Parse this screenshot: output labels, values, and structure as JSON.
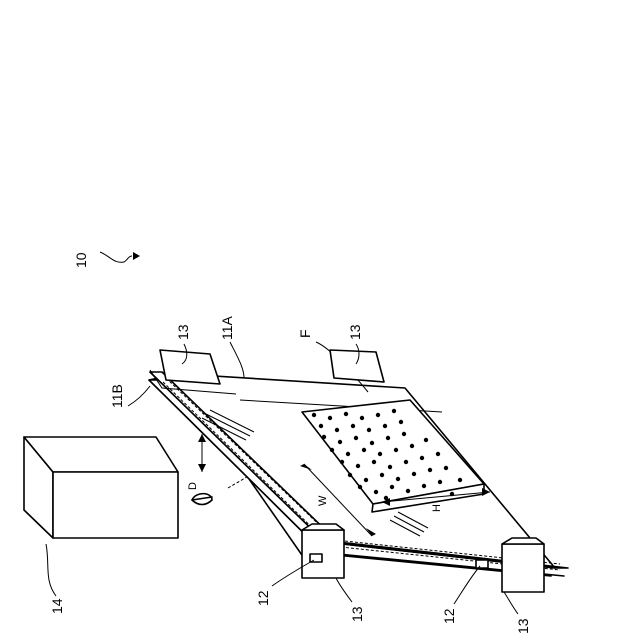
{
  "labels": {
    "system": "10",
    "plate_upper": "11A",
    "plate_lower": "11B",
    "spacer": "12",
    "clamp": "13",
    "device": "14",
    "film": "F",
    "width": "W",
    "height": "H",
    "depth": "D"
  }
}
